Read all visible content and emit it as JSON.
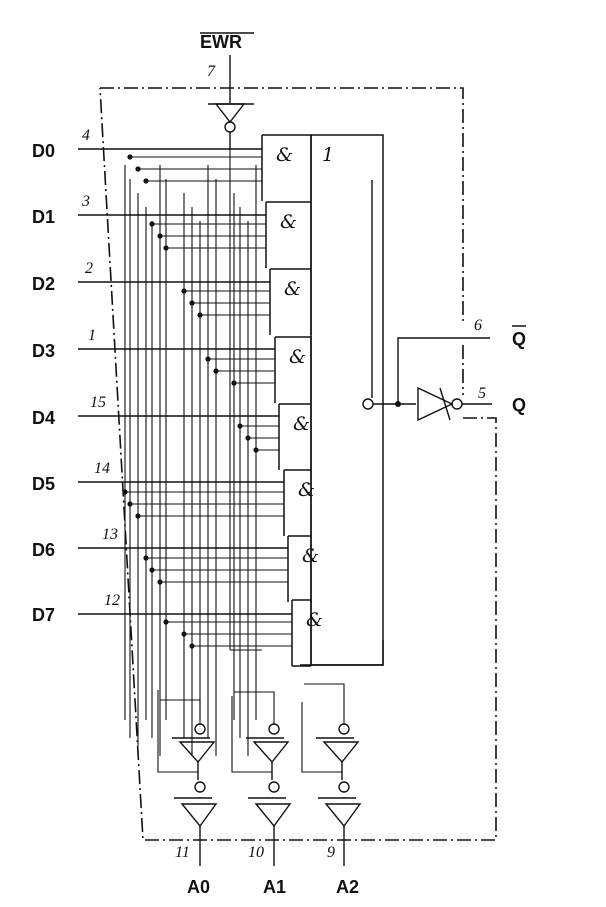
{
  "signals": {
    "ewr": "EWR",
    "q_bar": "Q",
    "q": "Q",
    "a0": "A0",
    "a1": "A1",
    "a2": "A2",
    "data_inputs": [
      "D0",
      "D1",
      "D2",
      "D3",
      "D4",
      "D5",
      "D6",
      "D7"
    ]
  },
  "pins": {
    "ewr": "7",
    "q_bar": "6",
    "q": "5",
    "a0": "11",
    "a1": "10",
    "a2": "9",
    "data_inputs": [
      "4",
      "3",
      "2",
      "1",
      "15",
      "14",
      "13",
      "12"
    ]
  },
  "gates": {
    "and_symbol": "&",
    "or_symbol": "1"
  }
}
